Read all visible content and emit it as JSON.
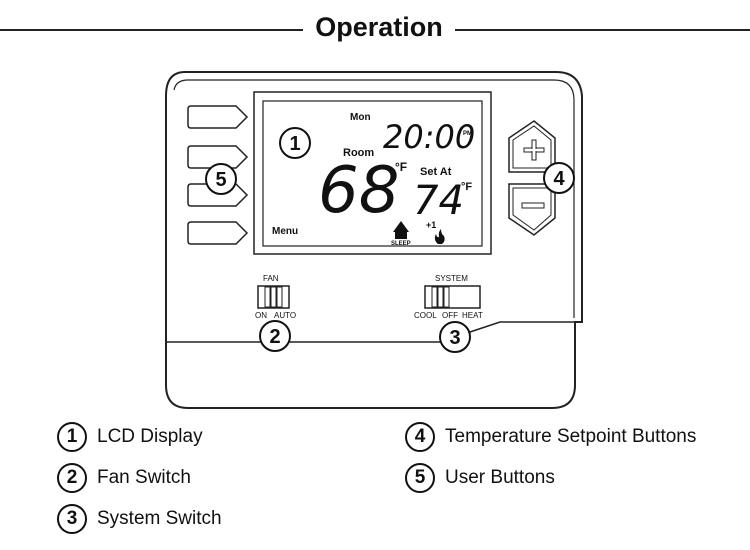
{
  "title": "Operation",
  "lcd": {
    "day": "Mon",
    "time": "20:00",
    "ampm": "PM",
    "room_label": "Room",
    "room_temp": "68",
    "temp_unit": "°F",
    "set_label": "Set At",
    "set_temp": "74",
    "menu_label": "Menu",
    "sleep_label": "SLEEP",
    "stage_label": "+1"
  },
  "fan_switch": {
    "label": "FAN",
    "options": [
      "ON",
      "AUTO"
    ]
  },
  "system_switch": {
    "label": "SYSTEM",
    "options": [
      "COOL",
      "OFF",
      "HEAT"
    ]
  },
  "callouts": [
    "1",
    "2",
    "3",
    "4",
    "5"
  ],
  "legend": [
    {
      "num": "1",
      "label": "LCD Display"
    },
    {
      "num": "2",
      "label": "Fan Switch"
    },
    {
      "num": "3",
      "label": "System Switch"
    },
    {
      "num": "4",
      "label": "Temperature Setpoint Buttons"
    },
    {
      "num": "5",
      "label": "User Buttons"
    }
  ],
  "icons": [
    "plus-icon",
    "minus-icon",
    "house-icon",
    "flame-icon"
  ]
}
